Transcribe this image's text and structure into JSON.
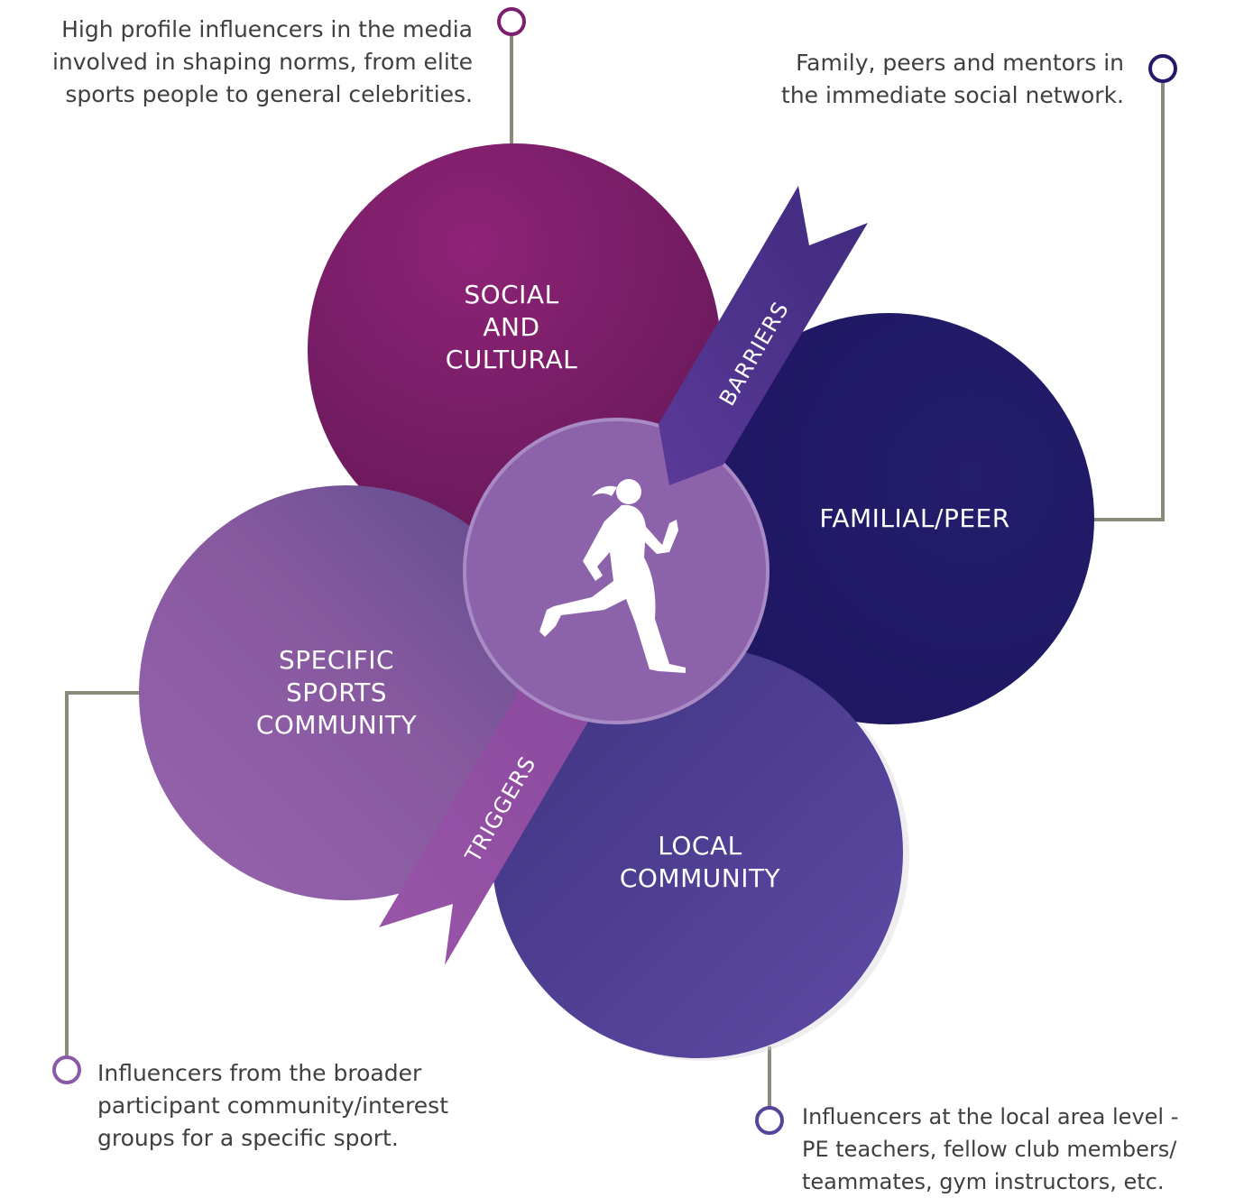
{
  "circles": {
    "social": {
      "lines": [
        "SOCIAL",
        "AND",
        "CULTURAL"
      ],
      "color": "#7b1f6e"
    },
    "familial": {
      "lines": [
        "FAMILIAL/PEER"
      ],
      "color": "#241b68"
    },
    "specific": {
      "lines": [
        "SPECIFIC",
        "SPORTS",
        "COMMUNITY"
      ],
      "color": "#8a5aa6"
    },
    "local": {
      "lines": [
        "LOCAL",
        "COMMUNITY"
      ],
      "color": "#56449a"
    },
    "center": {
      "icon": "runner-icon",
      "color": "#8c62aa"
    }
  },
  "ribbons": {
    "barriers": {
      "label": "BARRIERS",
      "color": "#4f3690"
    },
    "triggers": {
      "label": "TRIGGERS",
      "color": "#9050a2"
    }
  },
  "notes": {
    "social": [
      "High profile influencers in the media",
      "involved in shaping norms, from elite",
      "sports people to general celebrities."
    ],
    "familial": [
      "Family, peers and mentors in",
      "the immediate social network."
    ],
    "specific": [
      "Influencers from the broader",
      "participant community/interest",
      "groups for a specific sport."
    ],
    "local": [
      "Influencers at the local area level -",
      "PE teachers, fellow club members/",
      "teammates, gym instructors, etc."
    ]
  },
  "connector_color": "#8a8a7a"
}
